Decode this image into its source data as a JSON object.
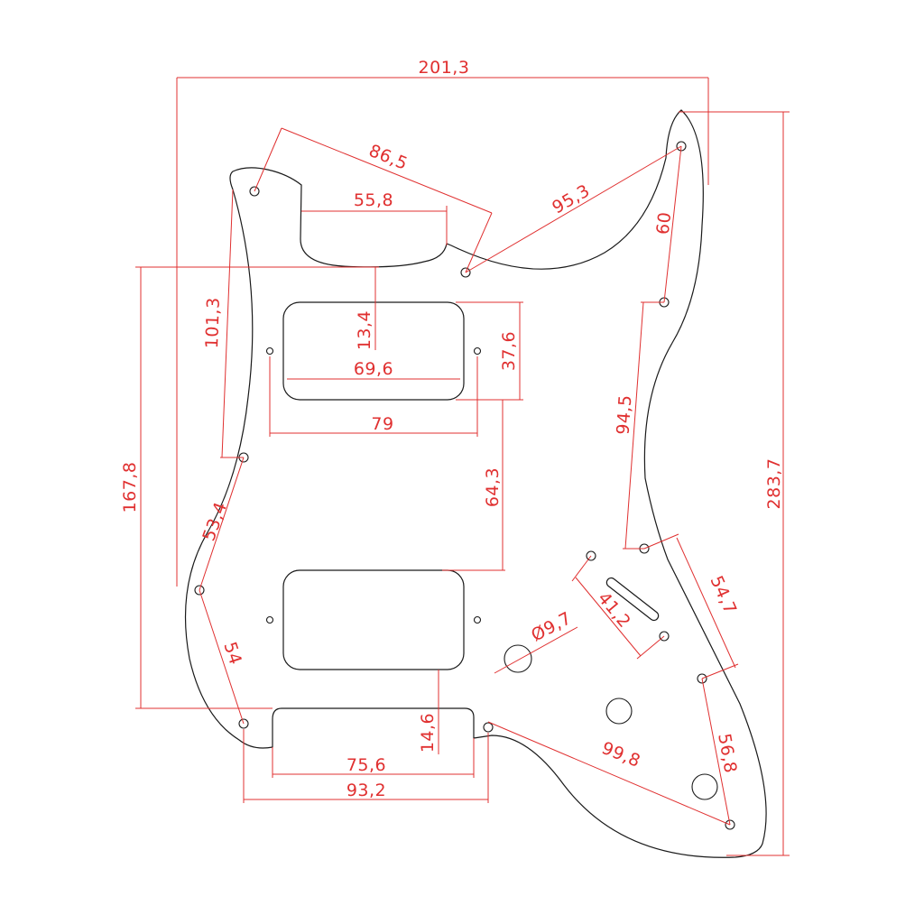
{
  "colors": {
    "outline": "#1a1a1a",
    "dimension": "#e03030",
    "background": "#ffffff"
  },
  "dimensions": {
    "overall_width": "201,3",
    "overall_height": "283,7",
    "neck_screw_span": "86,5",
    "neck_cutout_width": "55,8",
    "top_screw_span": "95,3",
    "horn_screw_span": "60",
    "left_upper_span": "101,3",
    "pickup_offset": "13,4",
    "humbucker_height": "37,6",
    "humbucker_width": "69,6",
    "humbucker_screw_span": "79",
    "left_height": "167,8",
    "pickup_spacing": "64,3",
    "right_mid_span": "94,5",
    "left_lower_span": "53,4",
    "switch_slot": "41,2",
    "right_lower_span": "54,7",
    "jack_hole": "Ø9,7",
    "left_bottom_span": "54",
    "bridge_offset": "14,6",
    "right_bottom_span": "56,8",
    "bottom_diagonal": "99,8",
    "bridge_cutout_width": "75,6",
    "bottom_screw_span": "93,2"
  }
}
